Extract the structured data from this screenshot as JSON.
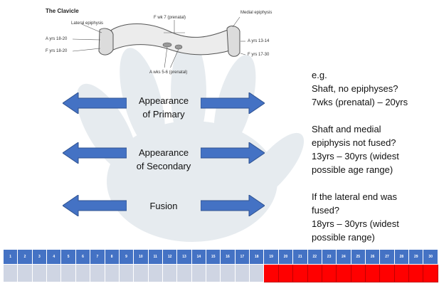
{
  "clavicle_figure": {
    "title": "The Clavicle",
    "labels": {
      "lateral_epiphysis": "Lateral epiphysis",
      "primary_prenatal": "F wk 7 (prenatal)",
      "medial_epiphysis": "Medial epiphysis",
      "lateral_appear": "A yrs 18-20",
      "lateral_fuse": "F yrs 18-20",
      "medial_appear": "A yrs 13-14",
      "medial_fuse": "F yrs 17-30",
      "primary_appear": "A wks 5-6 (prenatal)"
    }
  },
  "stages": [
    {
      "line1": "Appearance",
      "line2": "of Primary"
    },
    {
      "line1": "Appearance",
      "line2": "of Secondary"
    },
    {
      "line1": "Fusion",
      "line2": ""
    }
  ],
  "examples": [
    {
      "lines": [
        "e.g.",
        "Shaft, no epiphyses?",
        "7wks (prenatal) – 20yrs"
      ]
    },
    {
      "lines": [
        "Shaft and medial",
        "epiphysis not fused?",
        "13yrs – 30yrs (widest",
        "possible age range)"
      ]
    },
    {
      "lines": [
        "If the lateral end was",
        "fused?",
        "18yrs – 30yrs (widest",
        "possible range)"
      ]
    }
  ],
  "age_scale": {
    "ages": [
      "1",
      "2",
      "3",
      "4",
      "5",
      "6",
      "7",
      "8",
      "9",
      "10",
      "11",
      "12",
      "13",
      "14",
      "15",
      "16",
      "17",
      "18",
      "19",
      "20",
      "21",
      "22",
      "23",
      "24",
      "25",
      "26",
      "27",
      "28",
      "29",
      "30"
    ],
    "highlight_from": 19,
    "highlight_to": 30,
    "colors": {
      "scale": "#4472c4",
      "highlight": "#ff0000",
      "empty": "#cfd5e3",
      "arrow": "#4472c4"
    }
  }
}
